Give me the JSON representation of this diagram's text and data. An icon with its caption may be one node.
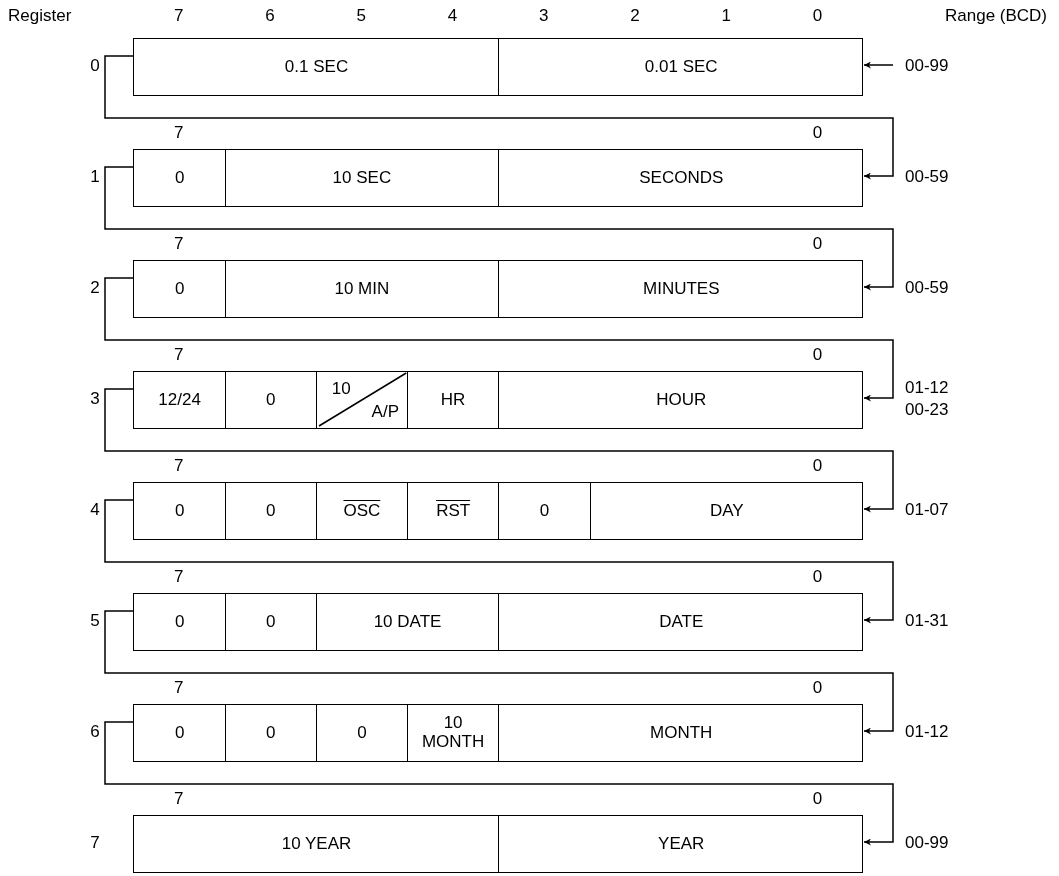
{
  "diagram": {
    "nodes": [
      {
        "text": [],
        "shape": "box",
        "beside": [
          "0",
          "00-99"
        ]
      },
      {
        "text": [
          "0.1 SEC"
        ],
        "in": 0
      },
      {
        "text": [
          "0.01 SEC"
        ],
        "in": 0
      },
      {
        "text": [],
        "shape": "box",
        "beside": [
          "1",
          "00-59"
        ]
      },
      {
        "text": [
          "0"
        ],
        "in": 3
      },
      {
        "text": [
          "10 SEC"
        ],
        "in": 3
      },
      {
        "text": [
          "SECONDS"
        ],
        "in": 3
      },
      {
        "text": [],
        "shape": "box",
        "beside": [
          "2",
          "00-59"
        ]
      },
      {
        "text": [
          "0"
        ],
        "in": 7
      },
      {
        "text": [
          "10 MIN"
        ],
        "in": 7
      },
      {
        "text": [
          "MINUTES"
        ],
        "in": 7
      },
      {
        "text": [],
        "shape": "box",
        "beside": [
          "3",
          "01-12",
          "00-23"
        ]
      },
      {
        "text": [
          "12/24"
        ],
        "in": 11
      },
      {
        "text": [
          "0"
        ],
        "in": 11
      },
      {
        "text": [
          "10",
          "A/P"
        ],
        "in": 11
      },
      {
        "text": [
          "HR"
        ],
        "in": 11
      },
      {
        "text": [
          "HOUR"
        ],
        "in": 11
      },
      {
        "text": [],
        "shape": "box",
        "beside": [
          "4",
          "01-07"
        ]
      },
      {
        "text": [
          "0"
        ],
        "in": 17
      },
      {
        "text": [
          "0"
        ],
        "in": 17
      },
      {
        "text": [
          "OSC"
        ],
        "in": 17
      },
      {
        "text": [
          "RST"
        ],
        "in": 17
      },
      {
        "text": [
          "0"
        ],
        "in": 17
      },
      {
        "text": [
          "DAY"
        ],
        "in": 17
      },
      {
        "text": [],
        "shape": "box",
        "beside": [
          "5",
          "01-31"
        ]
      },
      {
        "text": [
          "0"
        ],
        "in": 24
      },
      {
        "text": [
          "0"
        ],
        "in": 24
      },
      {
        "text": [
          "10 DATE"
        ],
        "in": 24
      },
      {
        "text": [
          "DATE"
        ],
        "in": 24
      },
      {
        "text": [],
        "shape": "box",
        "beside": [
          "6",
          "01-12"
        ]
      },
      {
        "text": [
          "0"
        ],
        "in": 29
      },
      {
        "text": [
          "0"
        ],
        "in": 29
      },
      {
        "text": [
          "0"
        ],
        "in": 29
      },
      {
        "text": [
          "10 MONTH"
        ],
        "in": 29
      },
      {
        "text": [
          "MONTH"
        ],
        "in": 29
      },
      {
        "text": [],
        "shape": "box",
        "beside": [
          "7",
          "00-99"
        ]
      },
      {
        "text": [
          "10 YEAR"
        ],
        "in": 35
      },
      {
        "text": [
          "YEAR"
        ],
        "in": 35
      }
    ],
    "edges": [
      {
        "from": null,
        "to": 0,
        "arrow": "to"
      },
      {
        "from": 0,
        "to": 3,
        "arrow": "to"
      },
      {
        "from": 3,
        "to": 7,
        "arrow": "to"
      },
      {
        "from": 7,
        "to": 11,
        "arrow": "to"
      },
      {
        "from": 11,
        "to": 17,
        "arrow": "to"
      },
      {
        "from": 17,
        "to": 24,
        "arrow": "to"
      },
      {
        "from": 24,
        "to": 29,
        "arrow": "to"
      },
      {
        "from": 29,
        "to": 35,
        "arrow": "to"
      }
    ],
    "labels": [
      "Register",
      "7",
      "6",
      "5",
      "4",
      "3",
      "2",
      "1",
      "0",
      "Range (BCD)",
      "7",
      "0",
      "7",
      "0",
      "7",
      "0",
      "7",
      "0",
      "7",
      "0",
      "7",
      "0",
      "7",
      "0"
    ]
  }
}
